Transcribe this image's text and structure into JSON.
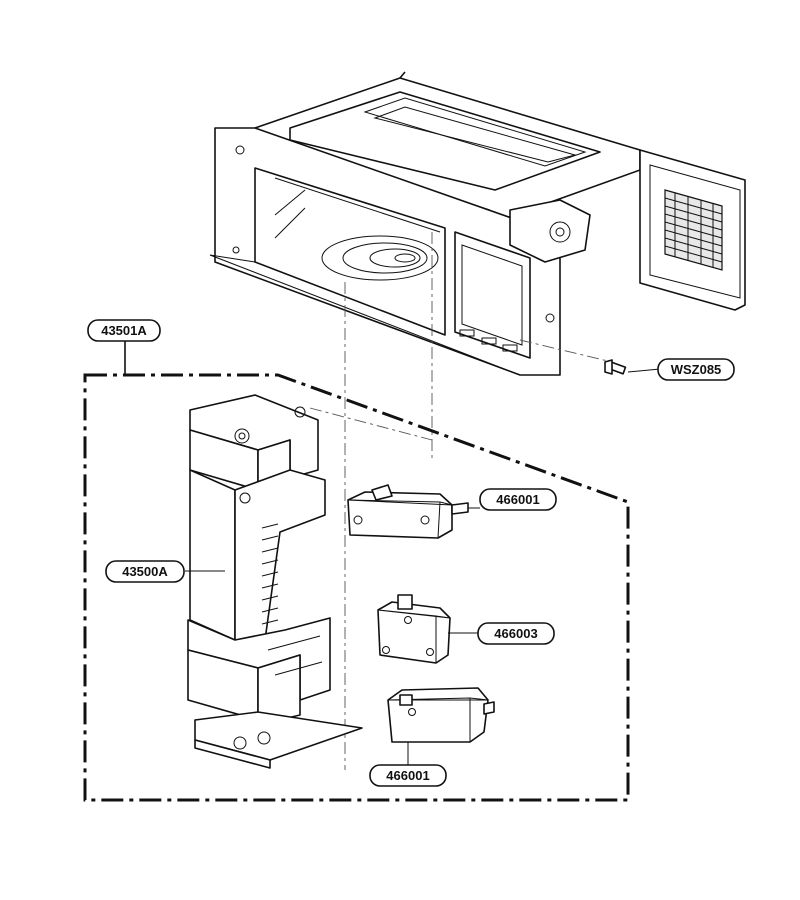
{
  "labels": {
    "assembly": "43501A",
    "screw": "WSZ085",
    "latch": "43500A",
    "switch_top": "466001",
    "switch_mid": "466003",
    "switch_bottom": "466001"
  }
}
